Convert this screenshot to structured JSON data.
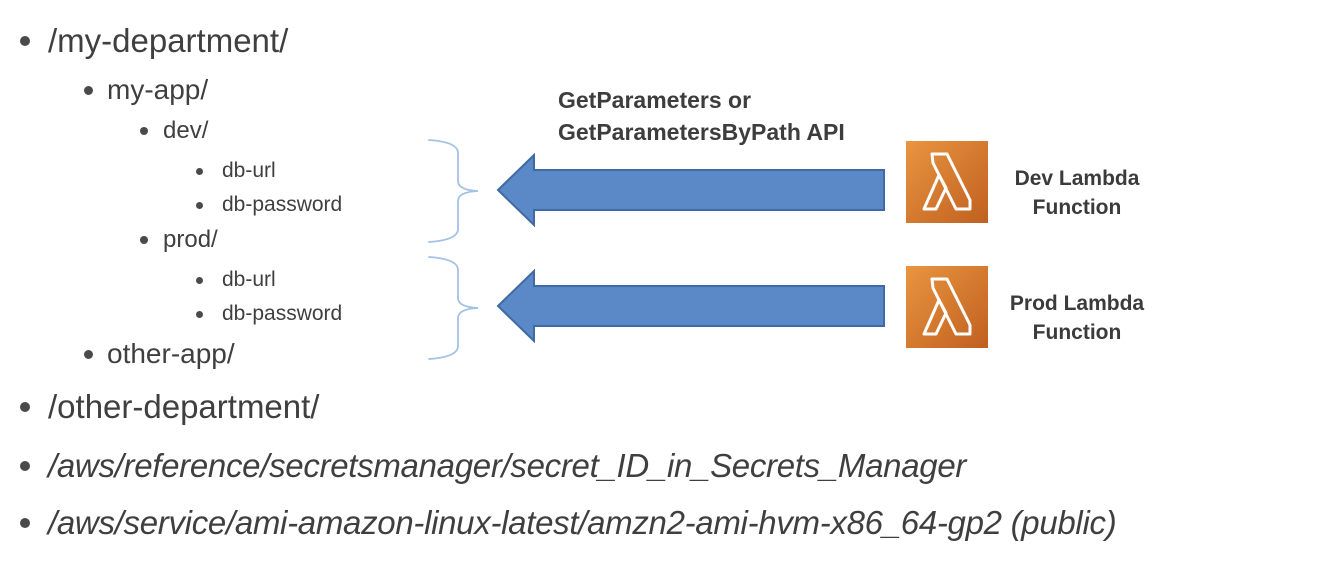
{
  "tree": {
    "items": [
      {
        "label": "/my-department/",
        "level": 1
      },
      {
        "label": "my-app/",
        "level": 2
      },
      {
        "label": "dev/",
        "level": 3
      },
      {
        "label": "db-url",
        "level": 4
      },
      {
        "label": "db-password",
        "level": 4
      },
      {
        "label": "prod/",
        "level": 3
      },
      {
        "label": "db-url",
        "level": 4
      },
      {
        "label": "db-password",
        "level": 4
      },
      {
        "label": "other-app/",
        "level": 2
      },
      {
        "label": "/other-department/",
        "level": 1
      },
      {
        "label": "/aws/reference/secretsmanager/secret_ID_in_Secrets_Manager",
        "level": 1,
        "style": "italic"
      },
      {
        "label": "/aws/service/ami-amazon-linux-latest/amzn2-ami-hvm-x86_64-gp2 (public)",
        "level": 1,
        "style": "italic"
      }
    ]
  },
  "diagram": {
    "api_label": {
      "line1": "GetParameters or",
      "line2": "GetParametersByPath API"
    },
    "dev_lambda": {
      "icon": "lambda-icon",
      "label_line1": "Dev Lambda",
      "label_line2": "Function"
    },
    "prod_lambda": {
      "icon": "lambda-icon",
      "label_line1": "Prod Lambda",
      "label_line2": "Function"
    },
    "colors": {
      "arrow_fill": "#5b88c7",
      "arrow_border": "#3f6aa3",
      "brace": "#a3c2e4",
      "lambda_gradient_light": "#e99540",
      "lambda_gradient_dark": "#c06020",
      "text": "#3f3f3f"
    }
  }
}
